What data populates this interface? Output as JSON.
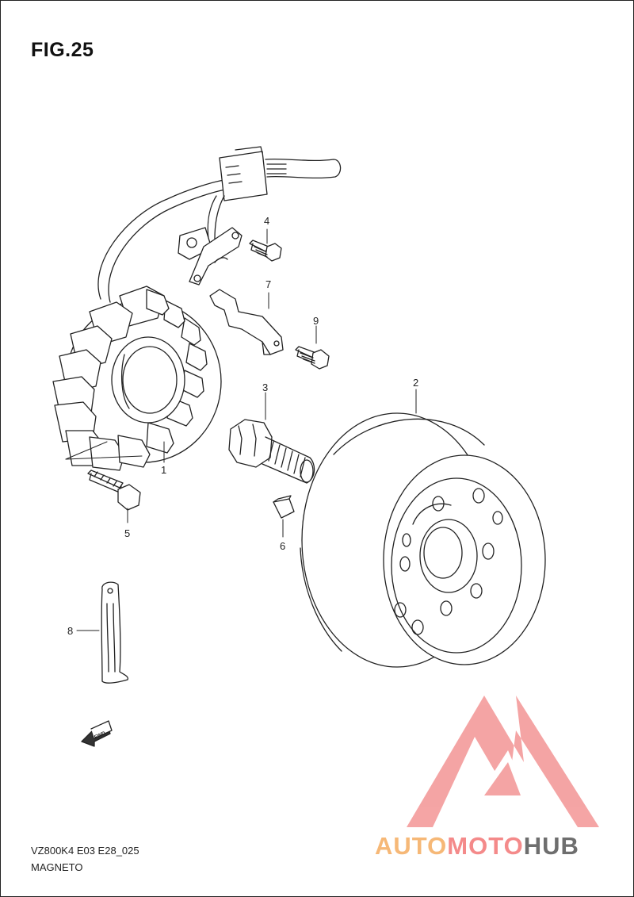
{
  "figure": {
    "title": "FIG.25"
  },
  "parts": [
    {
      "number": "1"
    },
    {
      "number": "2"
    },
    {
      "number": "3"
    },
    {
      "number": "4"
    },
    {
      "number": "5"
    },
    {
      "number": "6"
    },
    {
      "number": "7"
    },
    {
      "number": "8"
    },
    {
      "number": "9"
    }
  ],
  "direction_marker": {
    "label": "FWD",
    "icon": "forward-arrow-icon"
  },
  "footer": {
    "model_code": "VZ800K4 E03 E28_025",
    "assembly_name": "MAGNETO"
  },
  "watermark": {
    "part1": "AUTO",
    "part2": "MOTO",
    "part3": "HUB",
    "colors": {
      "part1": "#f6b877",
      "part2": "#f48a8a",
      "part3": "#6e6e6e",
      "logo": "#f4a0a0"
    }
  }
}
